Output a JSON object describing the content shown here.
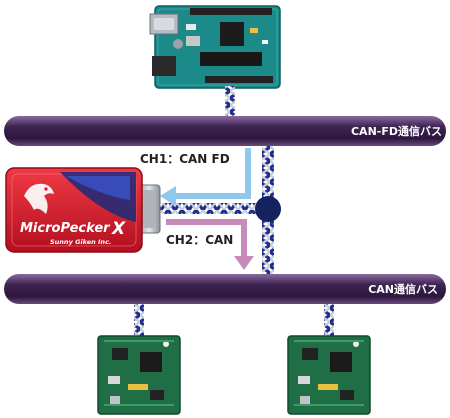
{
  "buses": {
    "top_label": "CAN-FD通信バス",
    "bottom_label": "CAN通信バス"
  },
  "channels": {
    "ch1": "CH1：CAN FD",
    "ch2": "CH2：CAN"
  },
  "device": {
    "name": "MicroPecker",
    "name_suffix": "X",
    "maker": "Sunny Giken Inc."
  },
  "colors": {
    "bus": "#4a2d5e",
    "ch1_arrow": "#8ec8ee",
    "ch2_arrow": "#c68bb8",
    "cable_blue": "#1f2f8e",
    "device_red": "#d6182a",
    "junction": "#14225e"
  }
}
